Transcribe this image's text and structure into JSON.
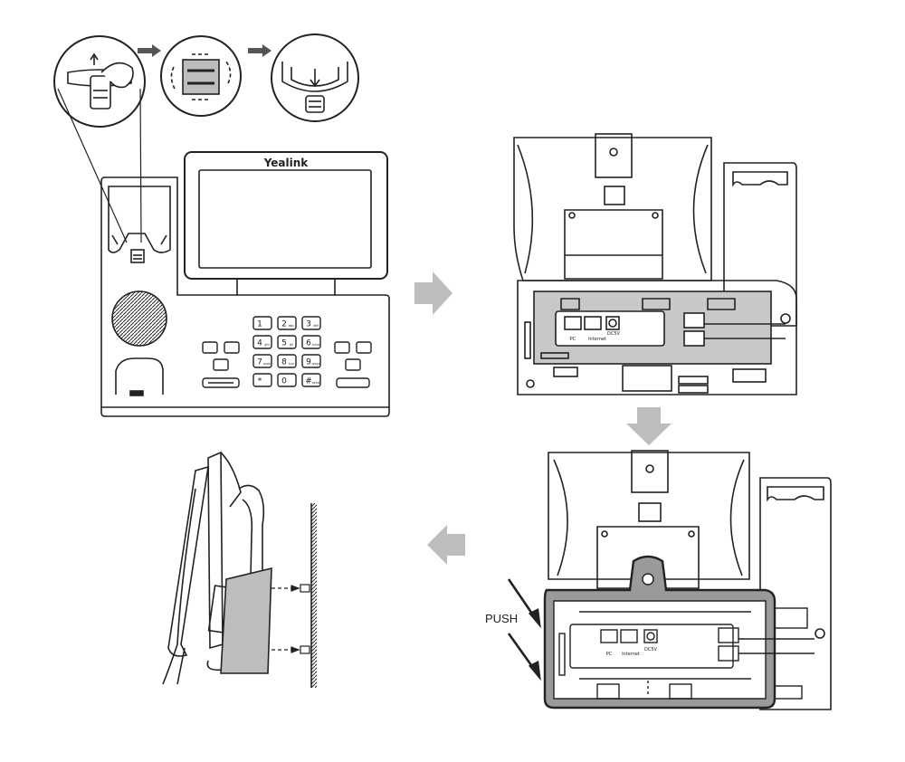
{
  "brand": "Yealink",
  "push_label": "PUSH",
  "keypad": [
    {
      "d": "1",
      "s": ""
    },
    {
      "d": "2",
      "s": "abc"
    },
    {
      "d": "3",
      "s": "def"
    },
    {
      "d": "4",
      "s": "ghi"
    },
    {
      "d": "5",
      "s": "jkl"
    },
    {
      "d": "6",
      "s": "mno"
    },
    {
      "d": "7",
      "s": "pqrs"
    },
    {
      "d": "8",
      "s": "tuv"
    },
    {
      "d": "9",
      "s": "wxyz"
    },
    {
      "d": "*",
      "s": ""
    },
    {
      "d": "0",
      "s": ""
    },
    {
      "d": "#",
      "s": "send"
    }
  ],
  "port_labels": {
    "pc": "PC",
    "internet": "Internet",
    "power": "DC5V"
  },
  "colors": {
    "ink": "#222222",
    "arrow": "#8a8a8a",
    "highlight": "#c8c8c8",
    "bracket": "#9a9a9a"
  }
}
